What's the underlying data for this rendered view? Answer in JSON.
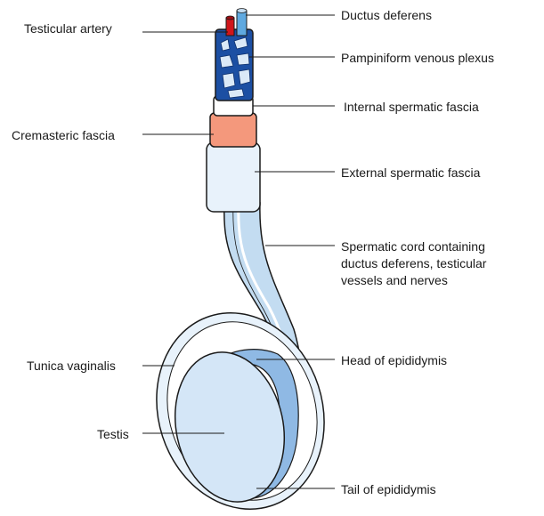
{
  "diagram": {
    "colors": {
      "artery": "#d0161b",
      "ductus": "#5fa9e0",
      "plexus": "#1c4fa3",
      "cremaster": "#f4987c",
      "fascia_light": "#e8f2fb",
      "cord": "#c3dcf1",
      "epididymis": "#8fb9e4",
      "testis": "#d4e6f7",
      "outline": "#1a1a1a"
    },
    "labels": {
      "testicular_artery": "Testicular artery",
      "cremasteric_fascia": "Cremasteric fascia",
      "tunica_vaginalis": "Tunica vaginalis",
      "testis": "Testis",
      "ductus_deferens": "Ductus deferens",
      "pampiniform_plexus": "Pampiniform venous plexus",
      "internal_spermatic_fascia": "Internal spermatic fascia",
      "external_spermatic_fascia": "External spermatic fascia",
      "spermatic_cord": "Spermatic cord containing\nductus deferens, testicular\nvessels and nerves",
      "head_of_epididymis": "Head of epididymis",
      "tail_of_epididymis": "Tail of epididymis"
    }
  }
}
